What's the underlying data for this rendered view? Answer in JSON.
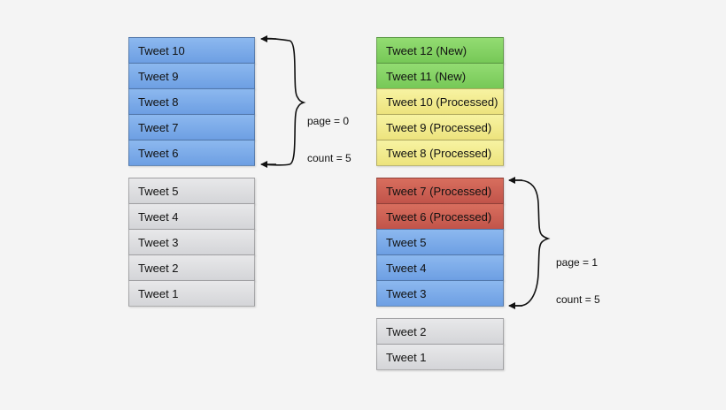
{
  "left_column": {
    "top_group": [
      "Tweet 10",
      "Tweet 9",
      "Tweet 8",
      "Tweet 7",
      "Tweet 6"
    ],
    "bottom_group": [
      "Tweet 5",
      "Tweet 4",
      "Tweet 3",
      "Tweet 2",
      "Tweet 1"
    ],
    "annotation": {
      "line1": "page = 0",
      "line2": "count = 5"
    }
  },
  "right_column": {
    "top_group": [
      {
        "text": "Tweet 12 (New)",
        "color": "green"
      },
      {
        "text": "Tweet 11 (New)",
        "color": "green"
      },
      {
        "text": "Tweet 10 (Processed)",
        "color": "yellow"
      },
      {
        "text": "Tweet 9 (Processed)",
        "color": "yellow"
      },
      {
        "text": "Tweet 8 (Processed)",
        "color": "yellow"
      }
    ],
    "middle_group": [
      {
        "text": "Tweet 7 (Processed)",
        "color": "red"
      },
      {
        "text": "Tweet 6 (Processed)",
        "color": "red"
      },
      {
        "text": "Tweet 5",
        "color": "blue"
      },
      {
        "text": "Tweet 4",
        "color": "blue"
      },
      {
        "text": "Tweet 3",
        "color": "blue"
      }
    ],
    "bottom_group": [
      {
        "text": "Tweet 2",
        "color": "grey"
      },
      {
        "text": "Tweet 1",
        "color": "grey"
      }
    ],
    "annotation": {
      "line1": "page = 1",
      "line2": "count = 5"
    }
  },
  "colors": {
    "blue": "#7aa9e8",
    "grey": "#dcdde0",
    "green": "#82d162",
    "yellow": "#f1ea8c",
    "red": "#cc6052",
    "background": "#f4f4f4"
  }
}
